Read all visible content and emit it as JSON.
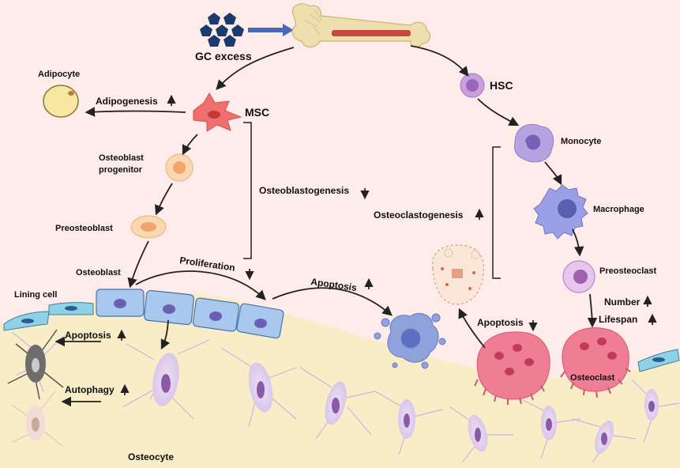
{
  "labels": {
    "gc_excess": "GC excess",
    "msc": "MSC",
    "hsc": "HSC",
    "adipocyte": "Adipocyte",
    "adipogenesis": "Adipogenesis",
    "osteoblast_progenitor_1": "Osteoblast",
    "osteoblast_progenitor_2": "progenitor",
    "preosteoblast": "Preosteoblast",
    "osteoblast": "Osteoblast",
    "lining_cell": "Lining cell",
    "osteoblastogenesis": "Osteoblastogenesis",
    "proliferation": "Proliferation",
    "apoptosis_mid": "Apoptosis",
    "apoptosis_left": "Apoptosis",
    "autophagy": "Autophagy",
    "osteocyte": "Osteocyte",
    "monocyte": "Monocyte",
    "macrophage": "Macrophage",
    "preosteoclast": "Preosteoclast",
    "osteoclastogenesis": "Osteoclastogenesis",
    "apoptosis_right": "Apoptosis",
    "number": "Number",
    "lifespan": "Lifespan",
    "osteoclast": "Osteoclast"
  },
  "colors": {
    "background": "#fdece9",
    "bone_matrix": "#f8edc6",
    "gc_pentagon": "#1c3a6e",
    "msc": "#ef6f6f",
    "hsc": "#c9a0de",
    "monocyte": "#b4a3e0",
    "osteoclast": "#ef7d93",
    "osteoblast": "#a9c8ee"
  }
}
